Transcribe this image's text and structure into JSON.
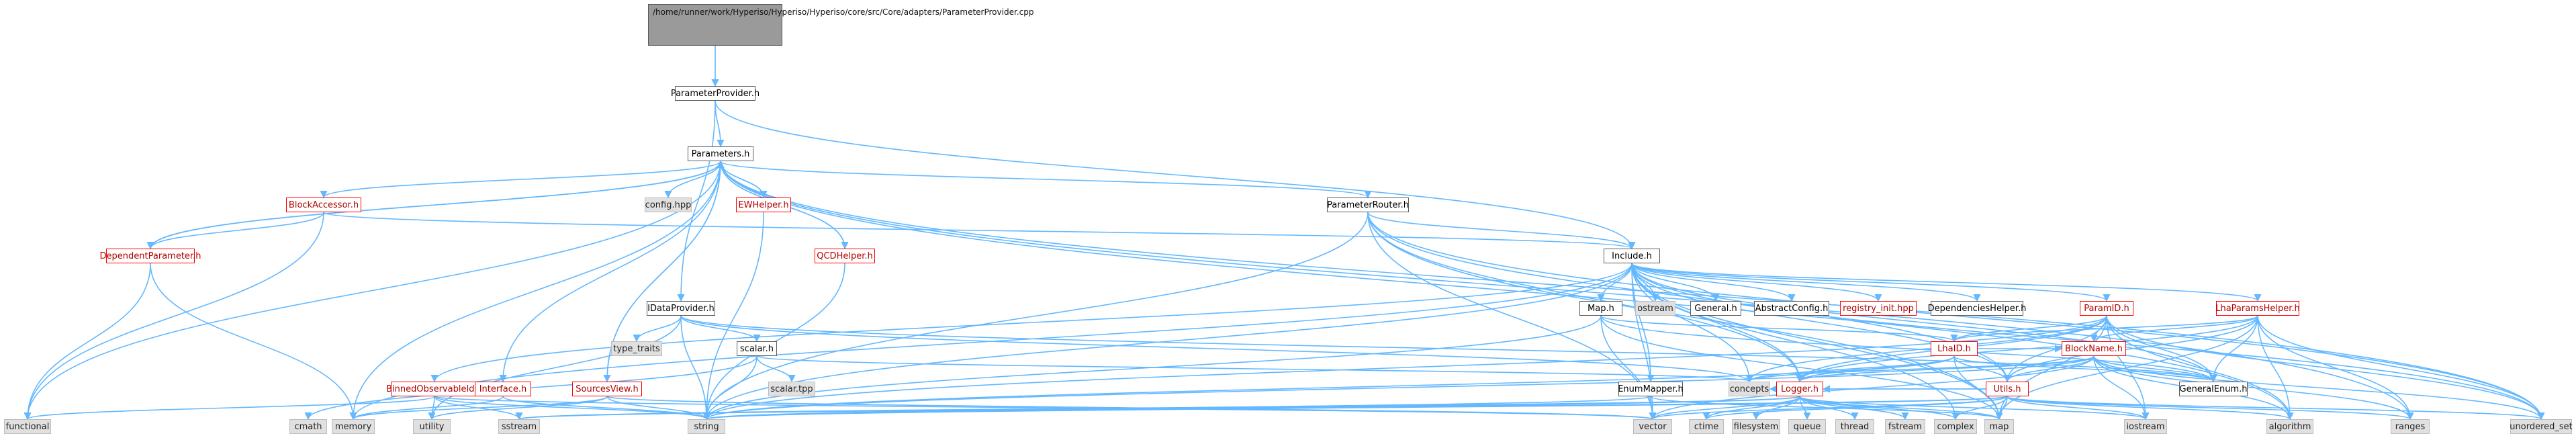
{
  "root_file": "/home/runner/work/Hyperiso/Hyperiso/Hyperiso/core/src/Core/adapters/ParameterProvider.cpp",
  "nodes": {
    "ParameterProvider_h": "ParameterProvider.h",
    "Parameters_h": "Parameters.h",
    "config_hpp": "config.hpp",
    "EWHelper_h": "EWHelper.h",
    "QCDHelper_h": "QCDHelper.h",
    "BlockAccessor_h": "BlockAccessor.h",
    "DependentParameter_h": "DependentParameter.h",
    "ParameterRouter_h": "ParameterRouter.h",
    "Include_h": "Include.h",
    "IDataProvider_h": "IDataProvider.h",
    "type_traits": "type_traits",
    "scalar_h": "scalar.h",
    "scalar_tpp": "scalar.tpp",
    "BinnedObservableId_h": "BinnedObservableId.h",
    "Interface_h": "Interface.h",
    "SourcesView_h": "SourcesView.h",
    "Map_h": "Map.h",
    "ostream": "ostream",
    "General_h": "General.h",
    "AbstractConfig_h": "AbstractConfig.h",
    "registry_init_hpp": "registry_init.hpp",
    "DependenciesHelper_h": "DependenciesHelper.h",
    "ParamID_h": "ParamID.h",
    "LhaParamsHelper_h": "LhaParamsHelper.h",
    "LhaID_h": "LhaID.h",
    "BlockName_h": "BlockName.h",
    "EnumMapper_h": "EnumMapper.h",
    "concepts": "concepts",
    "Logger_h": "Logger.h",
    "Utils_h": "Utils.h",
    "GeneralEnum_h": "GeneralEnum.h",
    "functional": "functional",
    "cmath": "cmath",
    "memory": "memory",
    "utility": "utility",
    "sstream": "sstream",
    "string": "string",
    "vector": "vector",
    "ctime": "ctime",
    "filesystem": "filesystem",
    "queue": "queue",
    "thread": "thread",
    "fstream": "fstream",
    "complex": "complex",
    "map": "map",
    "iostream": "iostream",
    "algorithm": "algorithm",
    "ranges": "ranges",
    "unordered_set": "unordered_set"
  },
  "colors": {
    "edge": "#63b8ff",
    "node_border": "#5a5a5a",
    "red_border": "#ff0000",
    "system_fill": "#e0e0e0",
    "root_fill": "#9a9a9a"
  }
}
